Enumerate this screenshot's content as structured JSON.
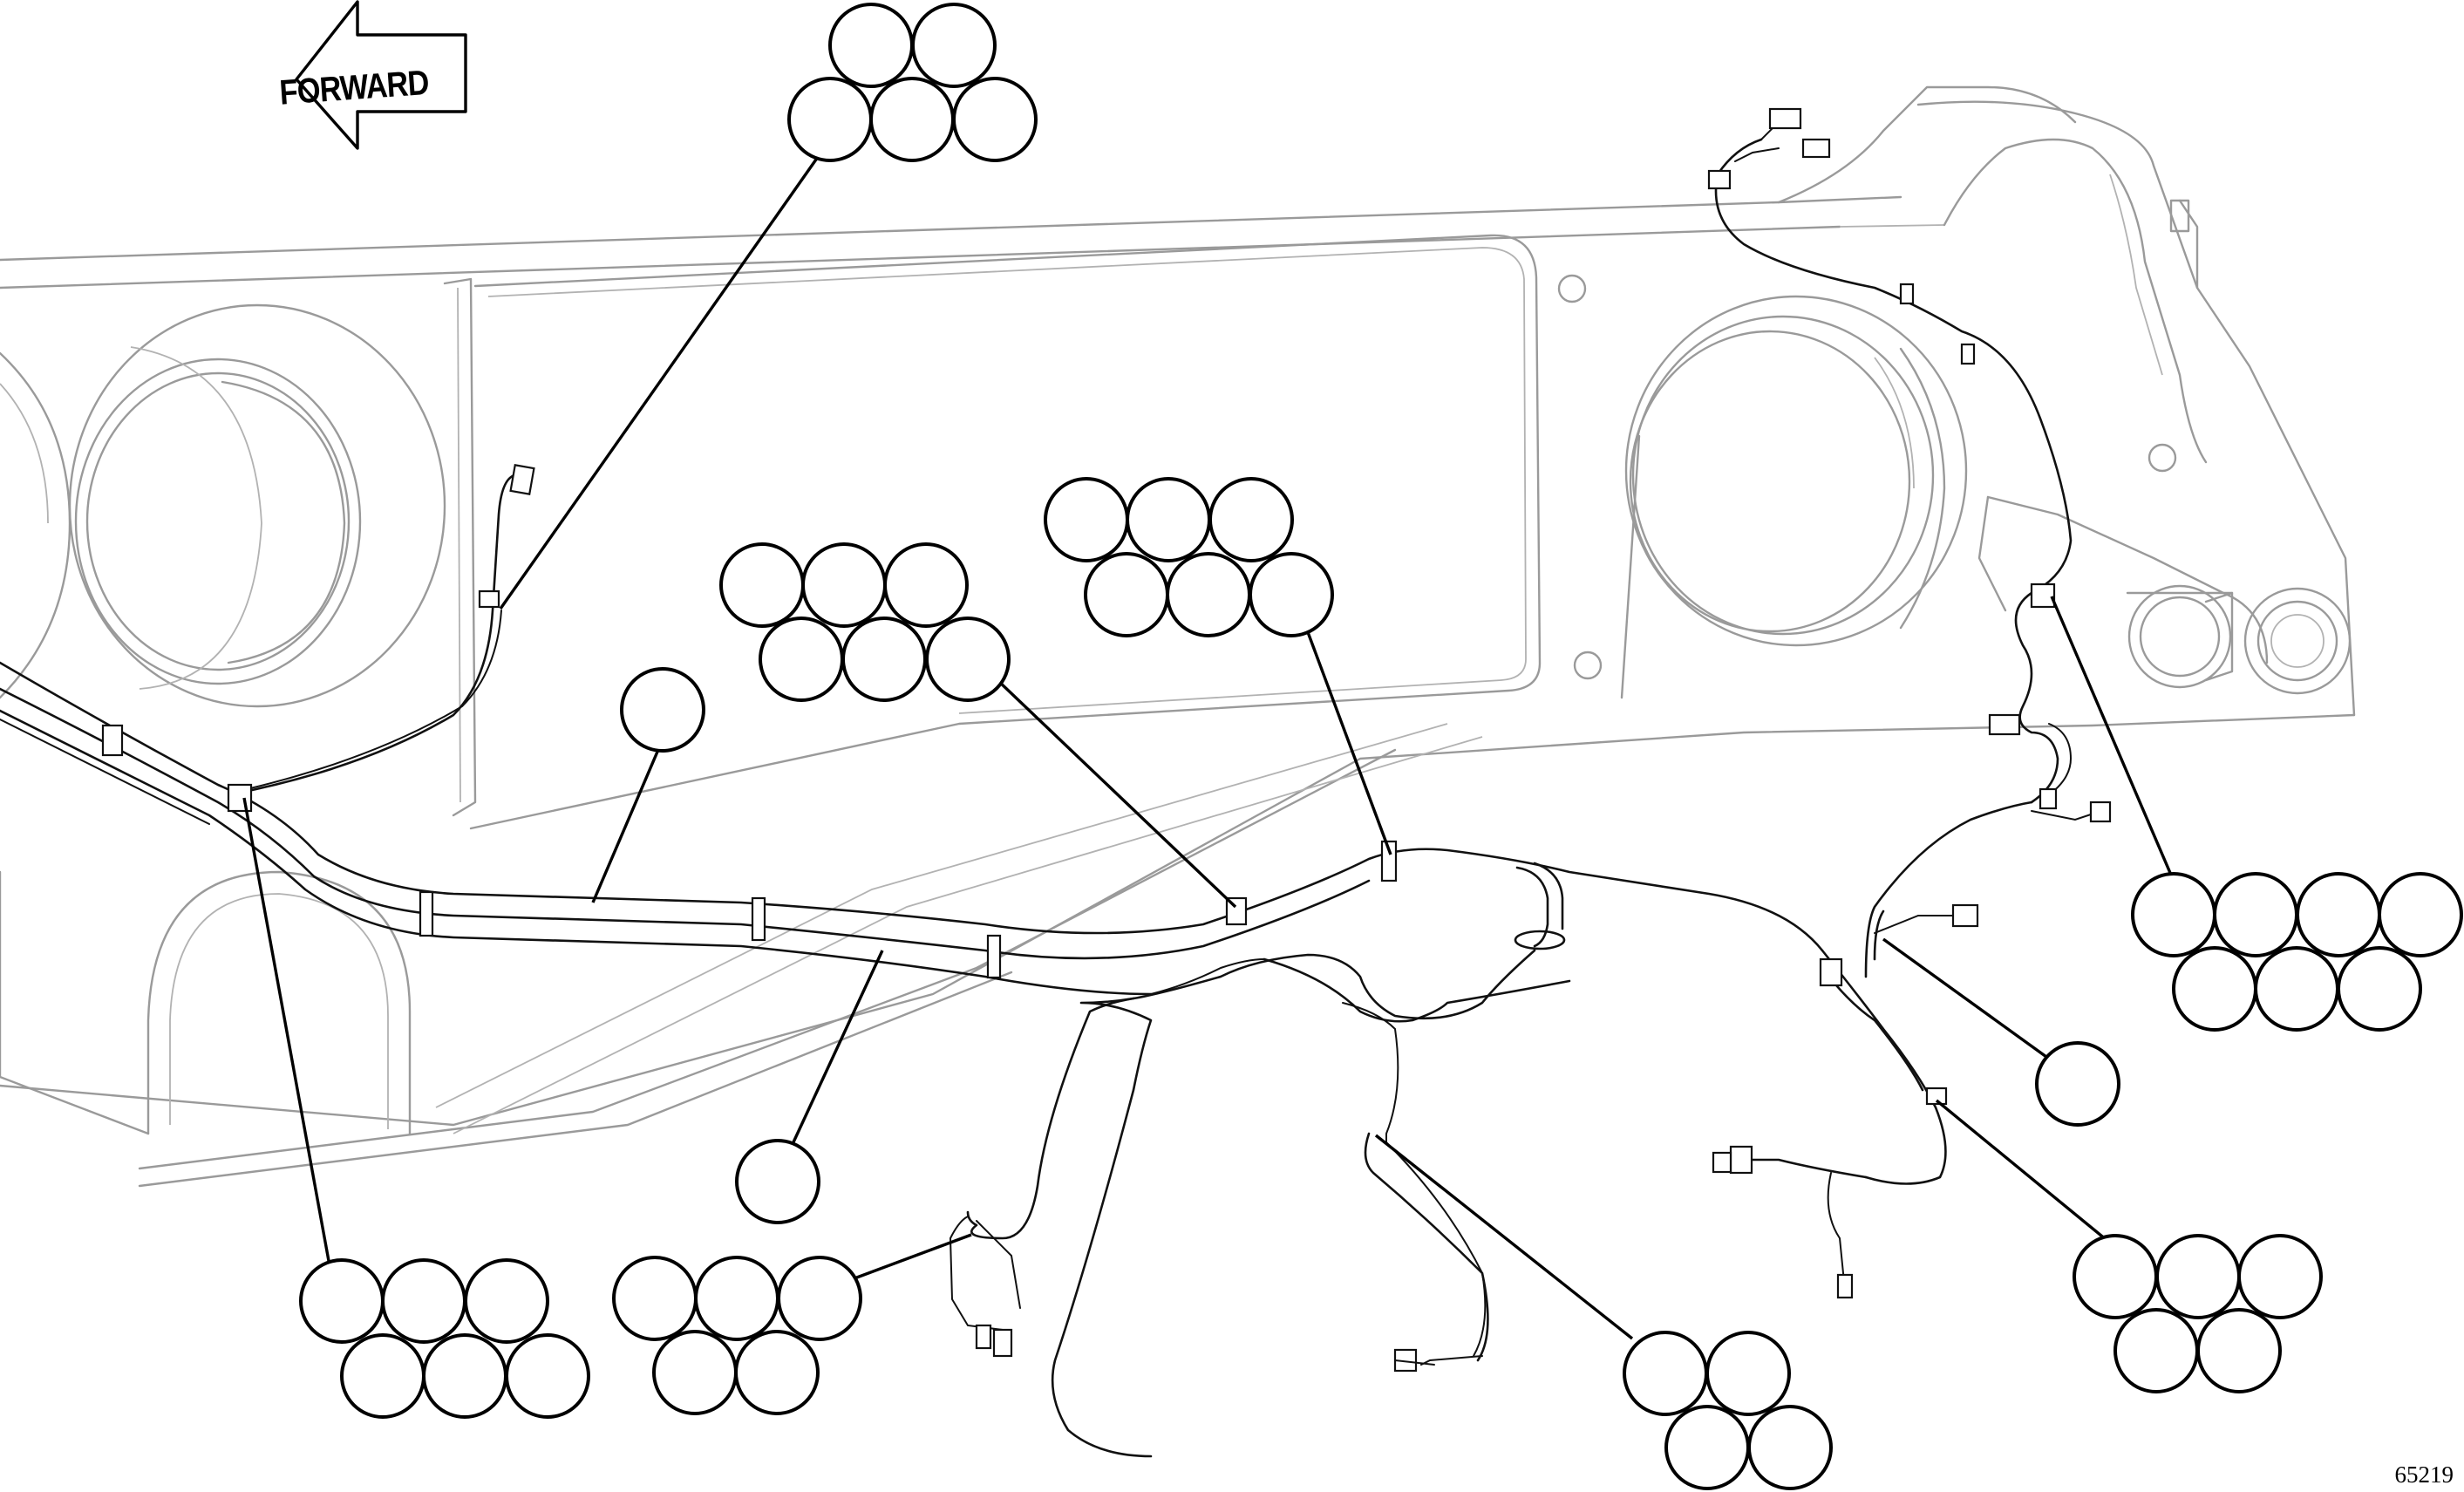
{
  "figure": {
    "number": "65219",
    "direction_arrow_label": "FORWARD"
  },
  "callouts": [
    {
      "name": "callout-top-left",
      "circles": 5
    },
    {
      "name": "callout-center-left",
      "circles": 6
    },
    {
      "name": "callout-center-right",
      "circles": 6
    },
    {
      "name": "callout-single-upper",
      "circles": 1
    },
    {
      "name": "callout-single-lower",
      "circles": 1
    },
    {
      "name": "callout-bottom-left-a",
      "circles": 6
    },
    {
      "name": "callout-bottom-left-b",
      "circles": 5
    },
    {
      "name": "callout-bottom-middle",
      "circles": 4
    },
    {
      "name": "callout-right",
      "circles": 7
    },
    {
      "name": "callout-single-right",
      "circles": 1
    },
    {
      "name": "callout-bottom-right",
      "circles": 5
    }
  ]
}
